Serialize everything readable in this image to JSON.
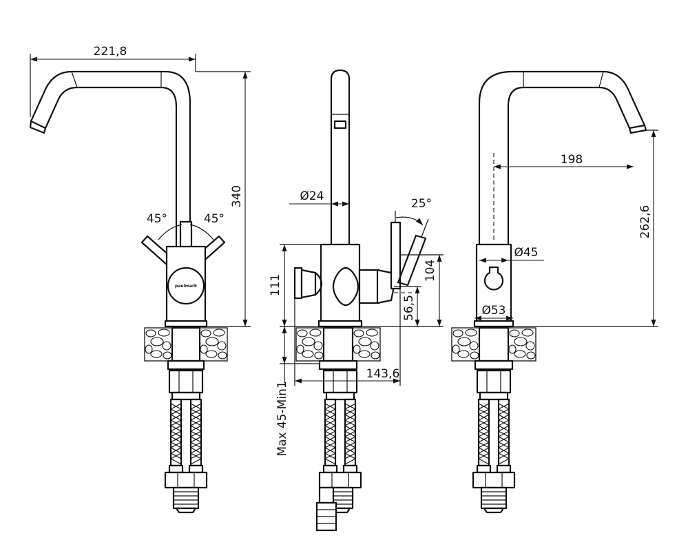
{
  "dimensions": {
    "spout_reach": "221,8",
    "total_height": "340",
    "left_angle": "45°",
    "right_angle": "45°",
    "spout_diameter": "Ø24",
    "handle_angle": "25°",
    "body_height": "111",
    "lever_height": "104",
    "lever_offset": "56,5",
    "depth": "143,6",
    "mount_thickness": "Max 45-Min1",
    "aerator_reach": "198",
    "aerator_height": "262,6",
    "column_diameter": "Ø45",
    "base_diameter": "Ø53"
  },
  "brand": "paulmark"
}
